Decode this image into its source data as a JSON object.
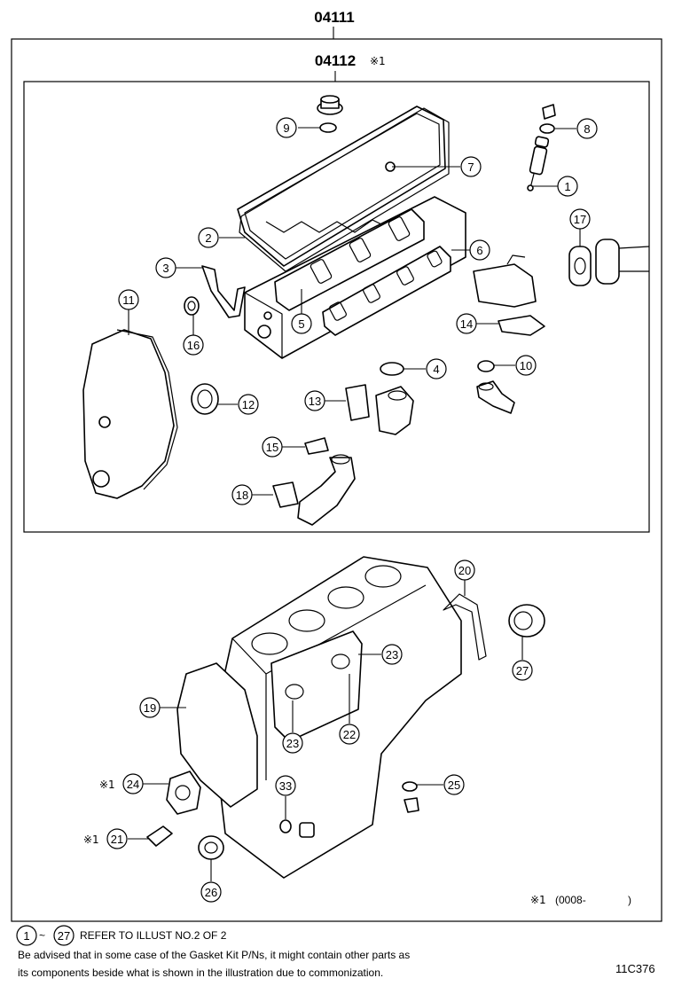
{
  "header": {
    "kit_pn": "04111",
    "subkit_pn": "04112",
    "subkit_mark": "※1"
  },
  "callouts": {
    "c1": "1",
    "c2": "2",
    "c3": "3",
    "c4": "4",
    "c5": "5",
    "c6": "6",
    "c7": "7",
    "c8": "8",
    "c9": "9",
    "c10": "10",
    "c11": "11",
    "c12": "12",
    "c13": "13",
    "c14": "14",
    "c15": "15",
    "c16": "16",
    "c17": "17",
    "c18": "18",
    "c19": "19",
    "c20": "20",
    "c21": "21",
    "c22": "22",
    "c23a": "23",
    "c23b": "23",
    "c24": "24",
    "c25": "25",
    "c26": "26",
    "c27": "27",
    "c33": "33"
  },
  "marks": {
    "m24": "※1",
    "m21": "※1"
  },
  "date_note": {
    "mark": "※1",
    "text": "(0008-",
    "close": ")"
  },
  "footer": {
    "range_from": "1",
    "range_sep": "~",
    "range_to": "27",
    "refer_text": "REFER TO ILLUST NO.2 OF 2",
    "advice_line1": "Be advised that in some case of the Gasket Kit P/Ns,  it might contain other parts as",
    "advice_line2": "its components beside what is shown in the illustration due to commonization.",
    "drawing_code": "11C376"
  }
}
